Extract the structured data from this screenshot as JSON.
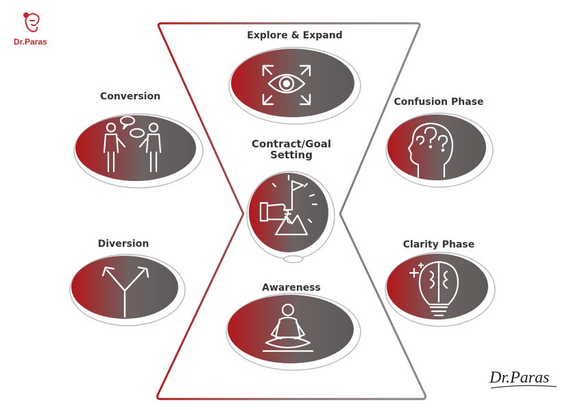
{
  "brand": {
    "logo_text": "Dr.Paras",
    "signature": "Dr.Paras"
  },
  "diagram": {
    "center": {
      "label": "Contract/Goal Setting",
      "line1": "Contract/Goal",
      "line2": "Setting",
      "icon": "flag-mountain-hand-icon"
    },
    "nodes": [
      {
        "id": "explore",
        "label": "Explore & Expand",
        "icon": "eye-expand-icon"
      },
      {
        "id": "conversion",
        "label": "Conversion",
        "icon": "two-people-talking-icon"
      },
      {
        "id": "confusion",
        "label": "Confusion Phase",
        "icon": "head-question-icon"
      },
      {
        "id": "diversion",
        "label": "Diversion",
        "icon": "split-arrows-icon"
      },
      {
        "id": "clarity",
        "label": "Clarity Phase",
        "icon": "brain-bulb-icon"
      },
      {
        "id": "awareness",
        "label": "Awareness",
        "icon": "meditation-icon"
      }
    ]
  },
  "colors": {
    "red": "#b71c1c",
    "grey": "#5a5a5a",
    "outline": "#8a8a8a"
  }
}
